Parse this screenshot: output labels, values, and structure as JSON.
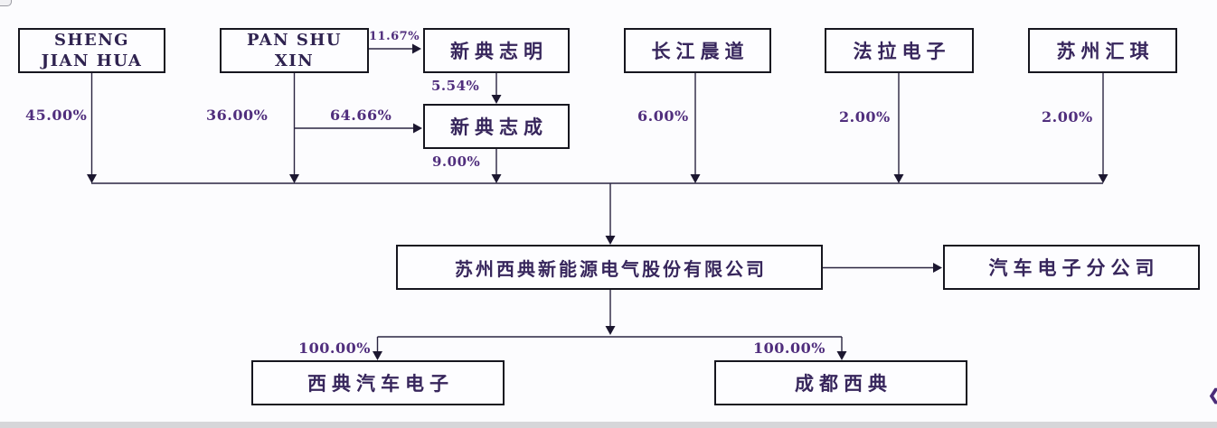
{
  "diagram_title": "equity-structure-chart",
  "colors": {
    "background": "#fcfcfe",
    "box_border": "#16161f",
    "box_text": "#37265c",
    "percent_text": "#502e7d",
    "line": "#2a2440",
    "bottom_bar": "#d6d6d9"
  },
  "nodes": {
    "sheng_jian_hua": {
      "line1": "SHENG",
      "line2": "JIAN HUA"
    },
    "pan_shu_xin": {
      "line1": "PAN SHU",
      "line2": "XIN"
    },
    "xindian_zhiming": {
      "label": "新典志明"
    },
    "xindian_zhicheng": {
      "label": "新典志成"
    },
    "changjiang_chendao": {
      "label": "长江晨道"
    },
    "fala_dianzi": {
      "label": "法拉电子"
    },
    "suzhou_huiqi": {
      "label": "苏州汇琪"
    },
    "main_company": {
      "label": "苏州西典新能源电气股份有限公司"
    },
    "branch_company": {
      "label": "汽车电子分公司"
    },
    "sub_left": {
      "label": "西典汽车电子"
    },
    "sub_right": {
      "label": "成都西典"
    }
  },
  "edges": {
    "pct_sheng_to_main": "45.00%",
    "pct_pan_to_main": "36.00%",
    "pct_pan_to_zhiming": "11.67%",
    "pct_pan_to_zhicheng": "64.66%",
    "pct_zhiming_to_zhicheng": "5.54%",
    "pct_zhicheng_to_main": "9.00%",
    "pct_changjiang_to_main": "6.00%",
    "pct_fala_to_main": "2.00%",
    "pct_huiqi_to_main": "2.00%",
    "pct_main_to_sub_left": "100.00%",
    "pct_main_to_sub_right": "100.00%"
  },
  "decorations": {
    "edge_glyph": "❮"
  }
}
